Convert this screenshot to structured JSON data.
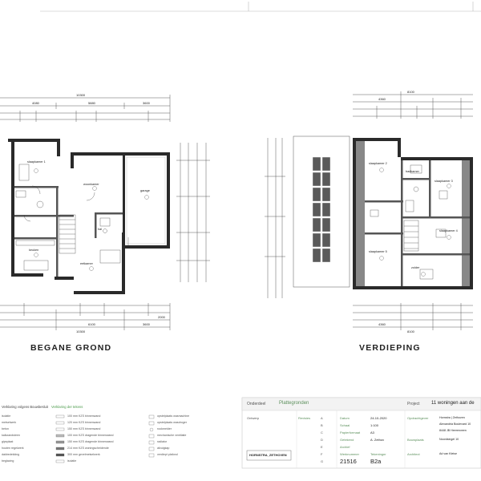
{
  "drawing": {
    "ground_floor_title": "BEGANE GROND",
    "upper_floor_title": "VERDIEPING",
    "ground_rooms": [
      "slaapkamer 1",
      "woonkamer",
      "garage",
      "keuken",
      "eetkamer",
      "hal"
    ],
    "upper_rooms": [
      "slaapkamer 2",
      "slaapkamer 3",
      "slaapkamer 4",
      "slaapkamer 5",
      "zolder",
      "badkamer"
    ],
    "ground_dims_top": [
      "10300",
      "4080",
      "5880",
      "3600"
    ],
    "ground_dims_bottom": [
      "10300",
      "6100",
      "3600",
      "2000"
    ],
    "upper_dims_top": [
      "8100",
      "4360"
    ],
    "upper_dims_bottom": [
      "8100",
      "4360"
    ]
  },
  "legend": {
    "col1_heading": "Verklaring volgens Bouwbesluit",
    "col2_heading": "Verklaring der tekens",
    "col1_items": [
      "isolatie",
      "metselwerk",
      "beton",
      "kalkzandsteen",
      "gipsplaat",
      "houten regelwerk",
      "dakbedekking",
      "beglazing"
    ],
    "col2_items": [
      "100 mm KZS binnenwand",
      "120 mm KZS binnenwand",
      "150 mm KZS binnenwand",
      "100 mm KZS dragende binnenwand",
      "150 mm KZS dragende binnenwand",
      "214 mm KZS woningscheidende",
      "300 mm gevelmetselwerk",
      "isolatie"
    ],
    "col3_items": [
      "opstelplaats wasmachine",
      "opstelplaats wasdroger",
      "rookmelder",
      "mechanische ventilatie",
      "radiator",
      "afzuigkap",
      "verdiept plafond"
    ]
  },
  "title_block": {
    "onderdeel_label": "Onderdeel",
    "onderdeel_value": "Plattegronden",
    "project_label": "Project",
    "project_value": "11 woningen aan de",
    "ontwerp_label": "Ontwerp",
    "revisies_label": "Revisies",
    "revisie_letters": [
      "A",
      "B",
      "C",
      "D",
      "E",
      "F",
      "G"
    ],
    "datum_label": "Datum",
    "datum_value": "24-10-2020",
    "schaal_label": "Schaal",
    "schaal_value": "1:100",
    "formaat_label": "Papierformaat",
    "formaat_value": "A3",
    "getekend_label": "Getekend",
    "getekend_value": "A. Zethov",
    "archief_label": "Archief",
    "opdrachtgever_label": "Opdrachtgever",
    "opdrachtgever_value": "Hornstra | Zethoven",
    "adres_value": "Alexandria Boulevard 10",
    "plaats_value": "8448 JB Heerenveen",
    "bouwplaats_label": "Bouwplaats",
    "bouwplaats_value": "Noordsingel 10",
    "architect_label": "Architect",
    "architect_value": "Ad van Kleise",
    "werknummer_label": "Werknummer",
    "werknummer_value": "21516",
    "tekening_label": "Tekeningnr",
    "tekening_value": "B2a",
    "logo_text": "HORNSTRA_ZETHOVEN"
  }
}
